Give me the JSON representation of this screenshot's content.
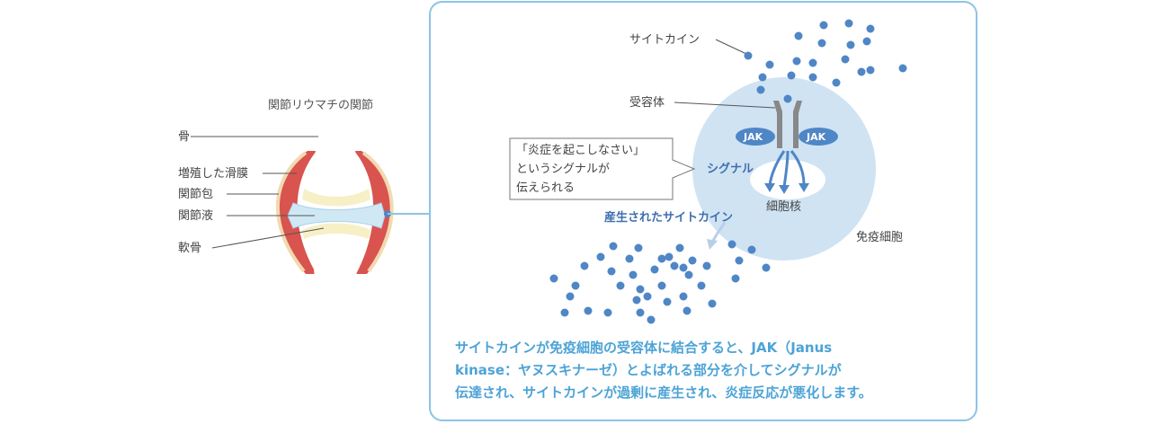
{
  "joint": {
    "title": "関節リウマチの関節",
    "labels": {
      "bone": "骨",
      "synovium": "増殖した滑膜",
      "capsule": "関節包",
      "fluid": "関節液",
      "cartilage": "軟骨"
    }
  },
  "cell": {
    "cytokine": "サイトカイン",
    "receptor": "受容体",
    "jak_left": "JAK",
    "jak_right": "JAK",
    "signal": "シグナル",
    "nucleus": "細胞核",
    "immune_cell": "免疫細胞",
    "produced": "産生されたサイトカイン",
    "callout_lines": [
      "「炎症を起こしなさい」",
      "というシグナルが",
      "伝えられる"
    ]
  },
  "caption_lines": [
    "サイトカインが免疫細胞の受容体に結合すると、JAK（Janus",
    "kinase：ヤヌスキナーゼ）とよばれる部分を介してシグナルが",
    "伝達され、サイトカインが過剰に産生され、炎症反応が悪化します。"
  ],
  "colors": {
    "panel_border": "#8cc4e6",
    "dot": "#4f86c6",
    "cell": "#cfe3f3",
    "synovium": "#d9534f",
    "cartilage": "#f7efc6",
    "fluid": "#cfe8f4",
    "caption": "#4da3d6"
  }
}
